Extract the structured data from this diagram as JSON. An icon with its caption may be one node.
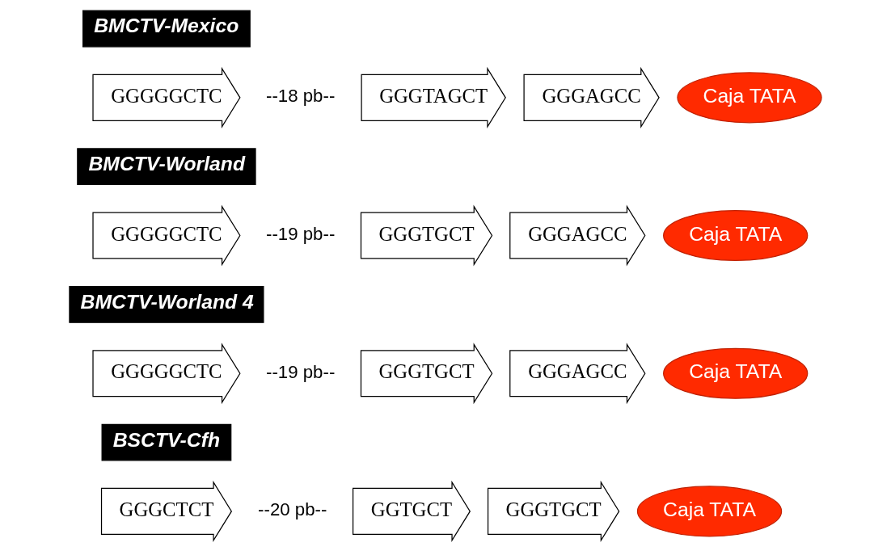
{
  "diagram": {
    "nodes": [
      {
        "text": [
          "BMCTV-Mexico"
        ]
      },
      {
        "text": [
          "GGGGGCTC"
        ]
      },
      {
        "text": [
          "GGGTAGCT"
        ]
      },
      {
        "text": [
          "GGGAGCC"
        ]
      },
      {
        "text": [
          "Caja TATA"
        ]
      },
      {
        "text": [
          "BMCTV-Worland"
        ]
      },
      {
        "text": [
          "GGGGGCTC"
        ]
      },
      {
        "text": [
          "GGGTGCT"
        ]
      },
      {
        "text": [
          "GGGAGCC"
        ]
      },
      {
        "text": [
          "Caja TATA"
        ]
      },
      {
        "text": [
          "BMCTV-Worland 4"
        ]
      },
      {
        "text": [
          "GGGGGCTC"
        ]
      },
      {
        "text": [
          "GGGTGCT"
        ]
      },
      {
        "text": [
          "GGGAGCC"
        ]
      },
      {
        "text": [
          "Caja TATA"
        ]
      },
      {
        "text": [
          "BSCTV-Cfh"
        ]
      },
      {
        "text": [
          "GGGCTCT"
        ]
      },
      {
        "text": [
          "GGTGCT"
        ]
      },
      {
        "text": [
          "GGGTGCT"
        ]
      },
      {
        "text": [
          "Caja TATA"
        ]
      }
    ],
    "edges": [],
    "labels": [
      "--18 pb--",
      "--19 pb--",
      "--19 pb--",
      "--20 pb--"
    ]
  }
}
